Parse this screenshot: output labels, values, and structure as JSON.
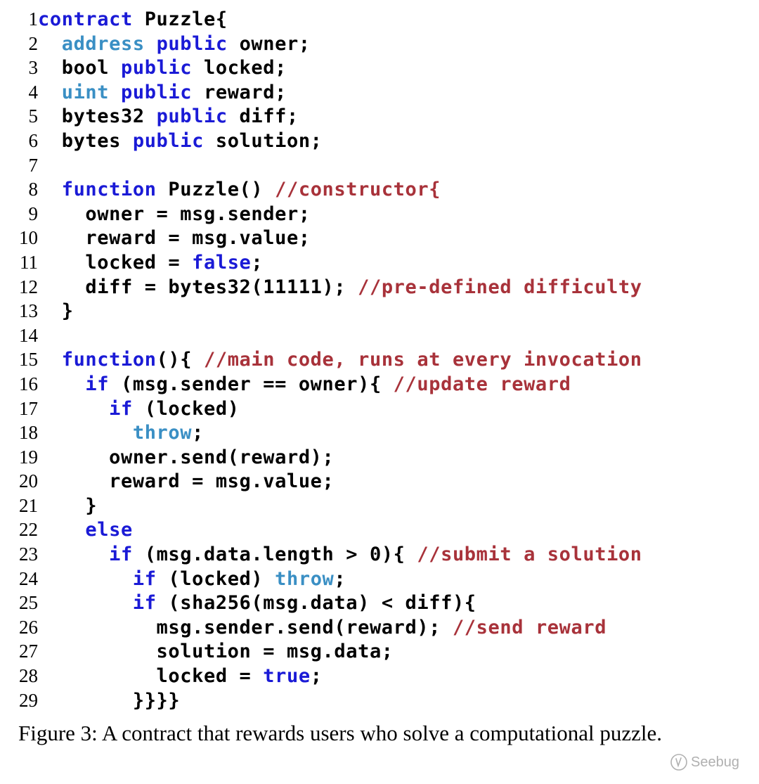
{
  "code_lines": [
    {
      "num": "1",
      "tokens": [
        {
          "t": "keyword",
          "s": "contract"
        },
        {
          "t": "plain",
          "s": " Puzzle{"
        }
      ]
    },
    {
      "num": "2",
      "tokens": [
        {
          "t": "plain",
          "s": "  "
        },
        {
          "t": "type",
          "s": "address"
        },
        {
          "t": "plain",
          "s": " "
        },
        {
          "t": "keyword",
          "s": "public"
        },
        {
          "t": "plain",
          "s": " owner;"
        }
      ]
    },
    {
      "num": "3",
      "tokens": [
        {
          "t": "plain",
          "s": "  bool "
        },
        {
          "t": "keyword",
          "s": "public"
        },
        {
          "t": "plain",
          "s": " locked;"
        }
      ]
    },
    {
      "num": "4",
      "tokens": [
        {
          "t": "plain",
          "s": "  "
        },
        {
          "t": "type",
          "s": "uint"
        },
        {
          "t": "plain",
          "s": " "
        },
        {
          "t": "keyword",
          "s": "public"
        },
        {
          "t": "plain",
          "s": " reward;"
        }
      ]
    },
    {
      "num": "5",
      "tokens": [
        {
          "t": "plain",
          "s": "  bytes32 "
        },
        {
          "t": "keyword",
          "s": "public"
        },
        {
          "t": "plain",
          "s": " diff;"
        }
      ]
    },
    {
      "num": "6",
      "tokens": [
        {
          "t": "plain",
          "s": "  bytes "
        },
        {
          "t": "keyword",
          "s": "public"
        },
        {
          "t": "plain",
          "s": " solution;"
        }
      ]
    },
    {
      "num": "7",
      "tokens": []
    },
    {
      "num": "8",
      "tokens": [
        {
          "t": "plain",
          "s": "  "
        },
        {
          "t": "keyword",
          "s": "function"
        },
        {
          "t": "plain",
          "s": " Puzzle() "
        },
        {
          "t": "comment",
          "s": "//constructor{"
        }
      ]
    },
    {
      "num": "9",
      "tokens": [
        {
          "t": "plain",
          "s": "    owner = msg.sender;"
        }
      ]
    },
    {
      "num": "10",
      "tokens": [
        {
          "t": "plain",
          "s": "    reward = msg.value;"
        }
      ]
    },
    {
      "num": "11",
      "tokens": [
        {
          "t": "plain",
          "s": "    locked = "
        },
        {
          "t": "keyword",
          "s": "false"
        },
        {
          "t": "plain",
          "s": ";"
        }
      ]
    },
    {
      "num": "12",
      "tokens": [
        {
          "t": "plain",
          "s": "    diff = bytes32(11111); "
        },
        {
          "t": "comment",
          "s": "//pre-defined difficulty"
        }
      ]
    },
    {
      "num": "13",
      "tokens": [
        {
          "t": "plain",
          "s": "  }"
        }
      ]
    },
    {
      "num": "14",
      "tokens": []
    },
    {
      "num": "15",
      "tokens": [
        {
          "t": "plain",
          "s": "  "
        },
        {
          "t": "keyword",
          "s": "function"
        },
        {
          "t": "plain",
          "s": "(){ "
        },
        {
          "t": "comment",
          "s": "//main code, runs at every invocation"
        }
      ]
    },
    {
      "num": "16",
      "tokens": [
        {
          "t": "plain",
          "s": "    "
        },
        {
          "t": "keyword",
          "s": "if"
        },
        {
          "t": "plain",
          "s": " (msg.sender == owner){ "
        },
        {
          "t": "comment",
          "s": "//update reward"
        }
      ]
    },
    {
      "num": "17",
      "tokens": [
        {
          "t": "plain",
          "s": "      "
        },
        {
          "t": "keyword",
          "s": "if"
        },
        {
          "t": "plain",
          "s": " (locked)"
        }
      ]
    },
    {
      "num": "18",
      "tokens": [
        {
          "t": "plain",
          "s": "        "
        },
        {
          "t": "type",
          "s": "throw"
        },
        {
          "t": "plain",
          "s": ";"
        }
      ]
    },
    {
      "num": "19",
      "tokens": [
        {
          "t": "plain",
          "s": "      owner.send(reward);"
        }
      ]
    },
    {
      "num": "20",
      "tokens": [
        {
          "t": "plain",
          "s": "      reward = msg.value;"
        }
      ]
    },
    {
      "num": "21",
      "tokens": [
        {
          "t": "plain",
          "s": "    }"
        }
      ]
    },
    {
      "num": "22",
      "tokens": [
        {
          "t": "plain",
          "s": "    "
        },
        {
          "t": "keyword",
          "s": "else"
        }
      ]
    },
    {
      "num": "23",
      "tokens": [
        {
          "t": "plain",
          "s": "      "
        },
        {
          "t": "keyword",
          "s": "if"
        },
        {
          "t": "plain",
          "s": " (msg.data.length > 0){ "
        },
        {
          "t": "comment",
          "s": "//submit a solution"
        }
      ]
    },
    {
      "num": "24",
      "tokens": [
        {
          "t": "plain",
          "s": "        "
        },
        {
          "t": "keyword",
          "s": "if"
        },
        {
          "t": "plain",
          "s": " (locked) "
        },
        {
          "t": "type",
          "s": "throw"
        },
        {
          "t": "plain",
          "s": ";"
        }
      ]
    },
    {
      "num": "25",
      "tokens": [
        {
          "t": "plain",
          "s": "        "
        },
        {
          "t": "keyword",
          "s": "if"
        },
        {
          "t": "plain",
          "s": " (sha256(msg.data) < diff){"
        }
      ]
    },
    {
      "num": "26",
      "tokens": [
        {
          "t": "plain",
          "s": "          msg.sender.send(reward); "
        },
        {
          "t": "comment",
          "s": "//send reward"
        }
      ]
    },
    {
      "num": "27",
      "tokens": [
        {
          "t": "plain",
          "s": "          solution = msg.data;"
        }
      ]
    },
    {
      "num": "28",
      "tokens": [
        {
          "t": "plain",
          "s": "          locked = "
        },
        {
          "t": "keyword",
          "s": "true"
        },
        {
          "t": "plain",
          "s": ";"
        }
      ]
    },
    {
      "num": "29",
      "tokens": [
        {
          "t": "plain",
          "s": "        }}}}"
        }
      ]
    }
  ],
  "caption": "Figure 3: A contract that rewards users who solve a computational puzzle.",
  "watermark": "Seebug",
  "colors": {
    "keyword": "#1a1ad6",
    "type": "#3a8fc4",
    "comment": "#a8323a",
    "plain": "#000000"
  }
}
